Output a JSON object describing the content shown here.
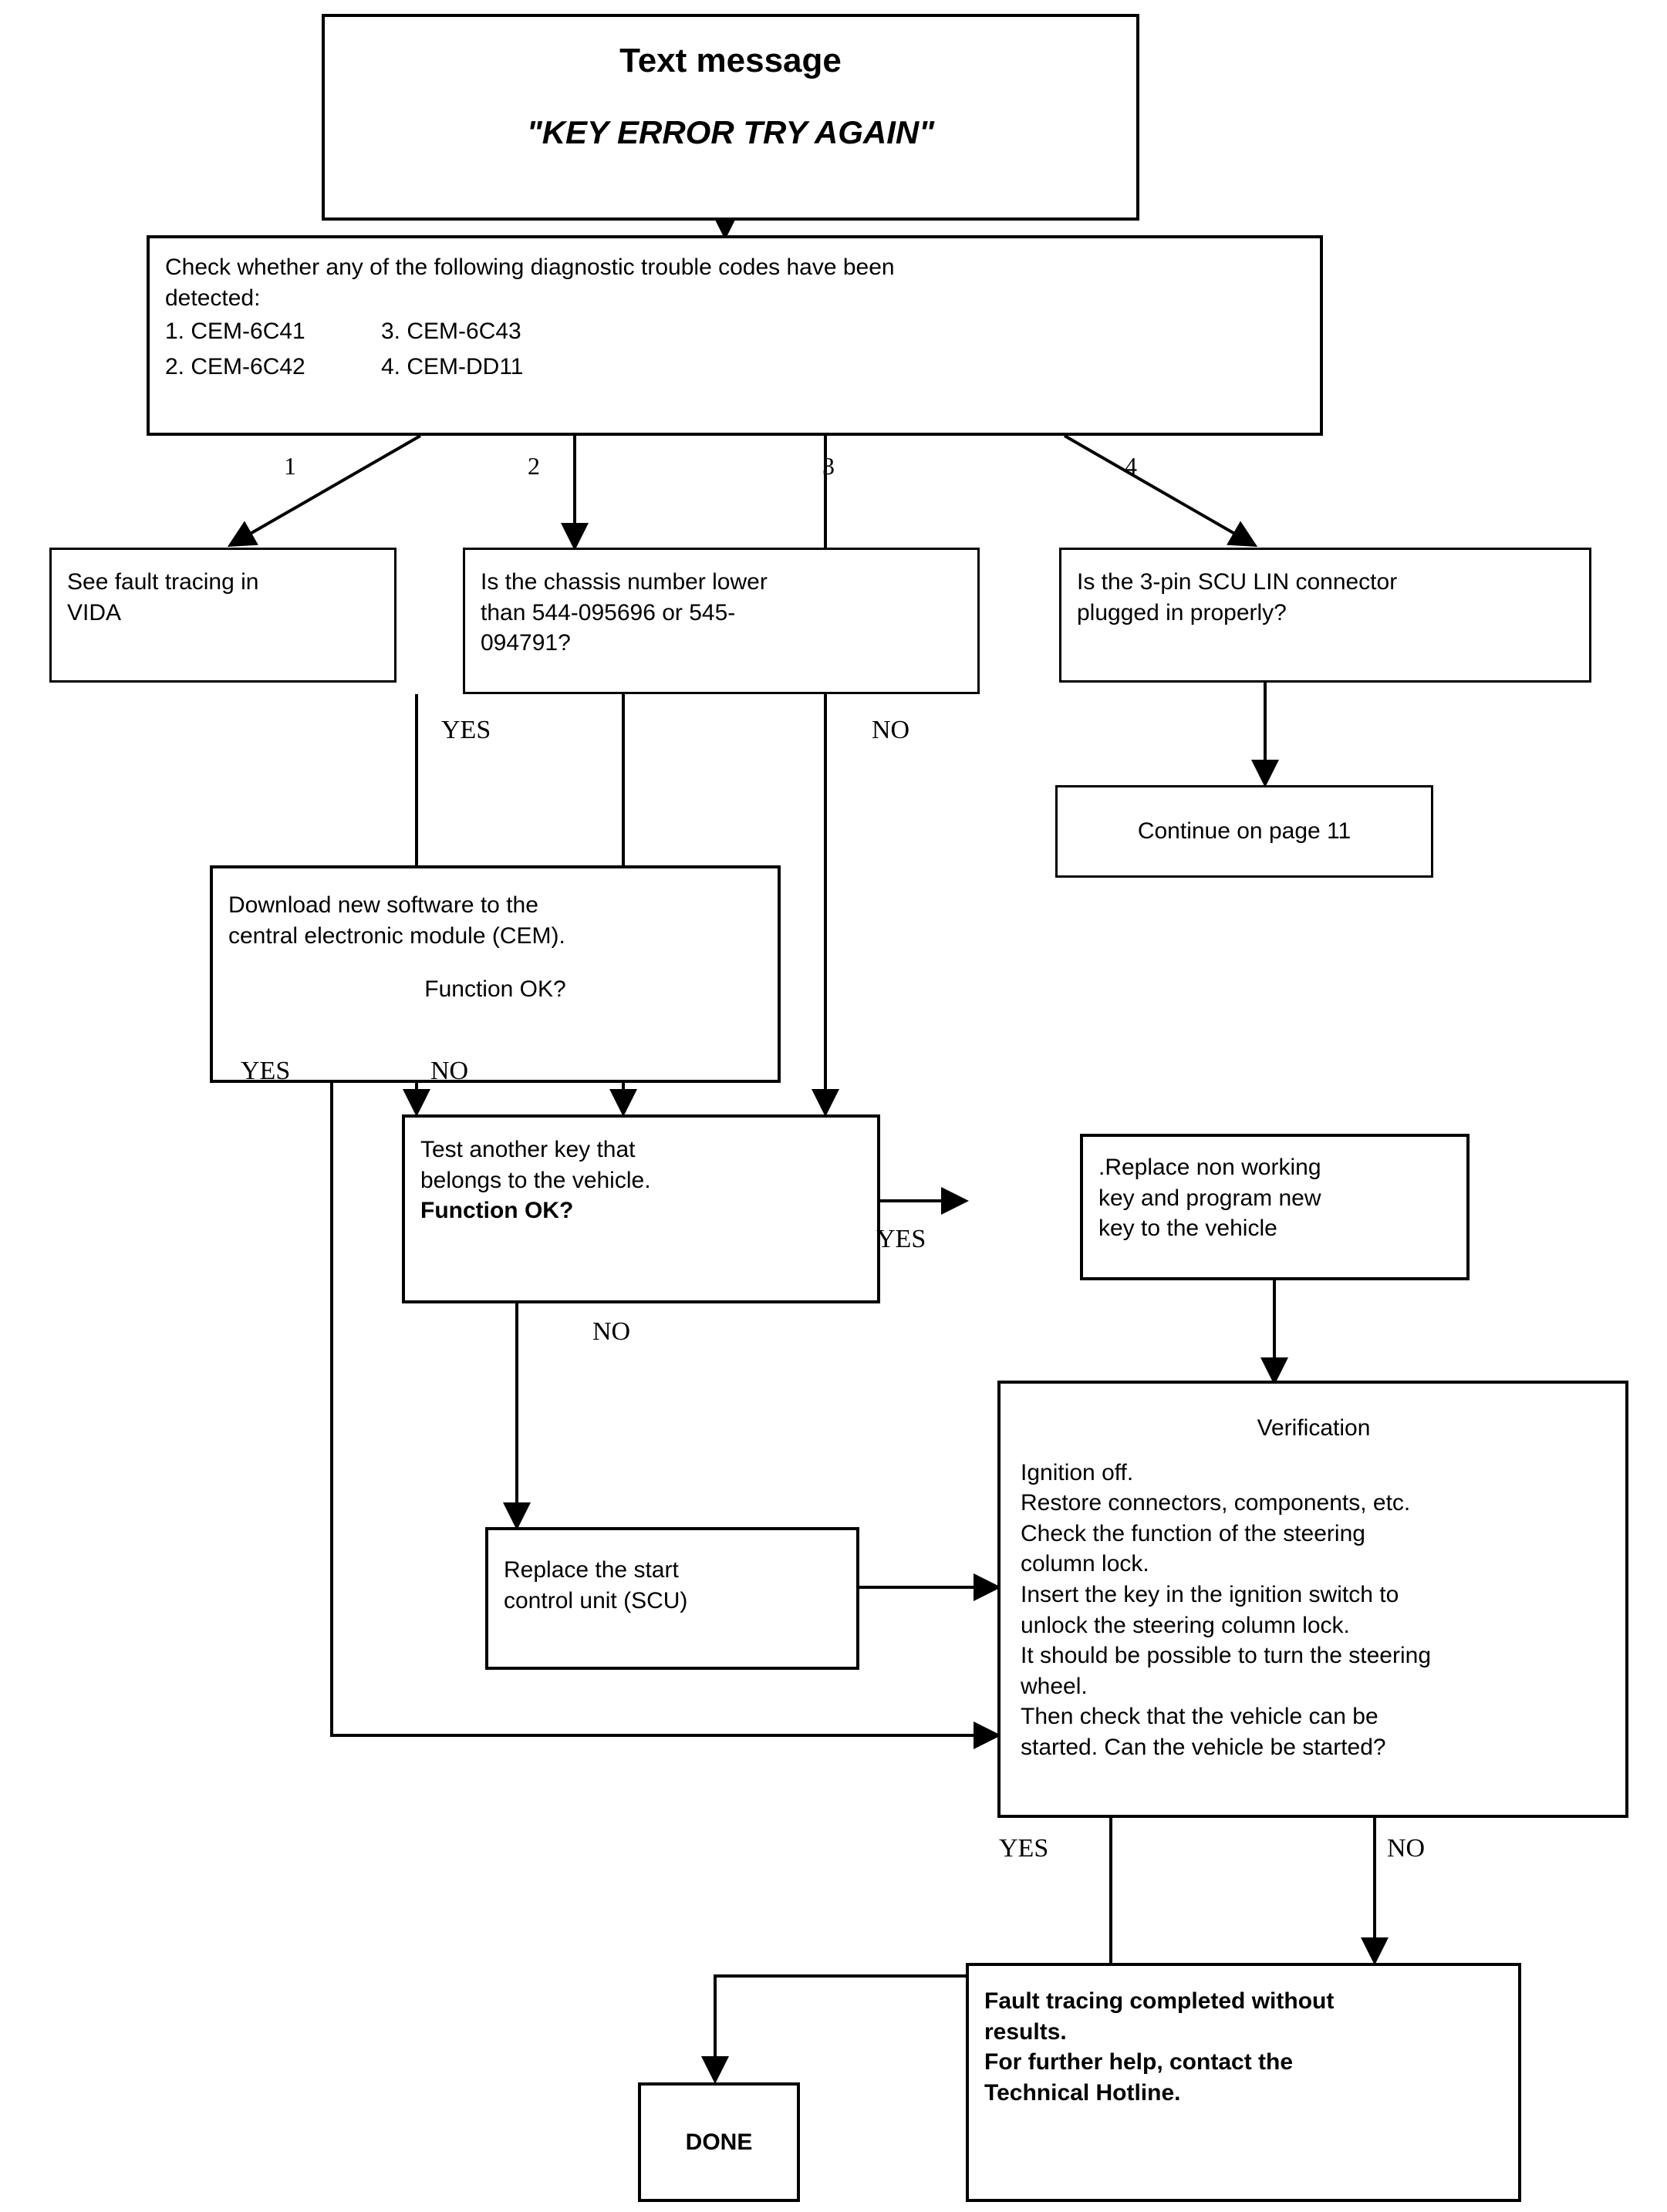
{
  "diagram": {
    "title": "Text message \"KEY ERROR TRY AGAIN\" fault tracing flowchart",
    "line_color": "#000000",
    "box_fill": "#ffffff"
  },
  "nodes": {
    "text_message": {
      "heading": "Text message",
      "message": "\"KEY ERROR TRY AGAIN\""
    },
    "check_codes": {
      "line1": "Check whether any of the following diagnostic trouble codes have been",
      "line2": "detected:",
      "code1": "1. CEM-6C41",
      "code2": "2. CEM-6C42",
      "code3": "3. CEM-6C43",
      "code4": "4. CEM-DD11"
    },
    "see_vida": {
      "text": "See fault tracing in\nVIDA"
    },
    "chassis_number": {
      "text": "Is the chassis number lower\nthan 544-095696 or 545-\n094791?"
    },
    "scu_lin_connector": {
      "text": "Is the 3-pin SCU LIN connector\nplugged in properly?"
    },
    "continue_page": {
      "text": "Continue on page 11"
    },
    "download_software": {
      "line1": "Download new software to the",
      "line2": "central electronic module (CEM).",
      "line3": "Function OK?"
    },
    "test_another_key": {
      "line1": "Test another key that",
      "line2": "belongs to the vehicle.",
      "line3": "Function OK?"
    },
    "replace_key": {
      "text": ".Replace non working\nkey and program new\nkey to the vehicle"
    },
    "replace_scu": {
      "text": "Replace the start\ncontrol unit (SCU)"
    },
    "verification": {
      "heading": "Verification",
      "body": "Ignition off.\nRestore connectors, components, etc.\nCheck the function of the steering\ncolumn lock.\nInsert the key in the ignition switch to\nunlock the steering column lock.\nIt should be possible to turn the steering\nwheel.\nThen check that the vehicle can be\nstarted. Can the vehicle be started?"
    },
    "done": {
      "text": "DONE"
    },
    "fault_tracing_done": {
      "text": "Fault tracing completed without\nresults.\nFor further help, contact the\nTechnical Hotline."
    }
  },
  "edge_labels": {
    "branch_1": "1",
    "branch_2": "2",
    "branch_3": "3",
    "branch_4": "4",
    "chassis_yes": "YES",
    "chassis_no": "NO",
    "download_yes": "YES",
    "download_no": "NO",
    "testkey_yes": "YES",
    "testkey_no": "NO",
    "verify_yes": "YES",
    "verify_no": "NO"
  }
}
